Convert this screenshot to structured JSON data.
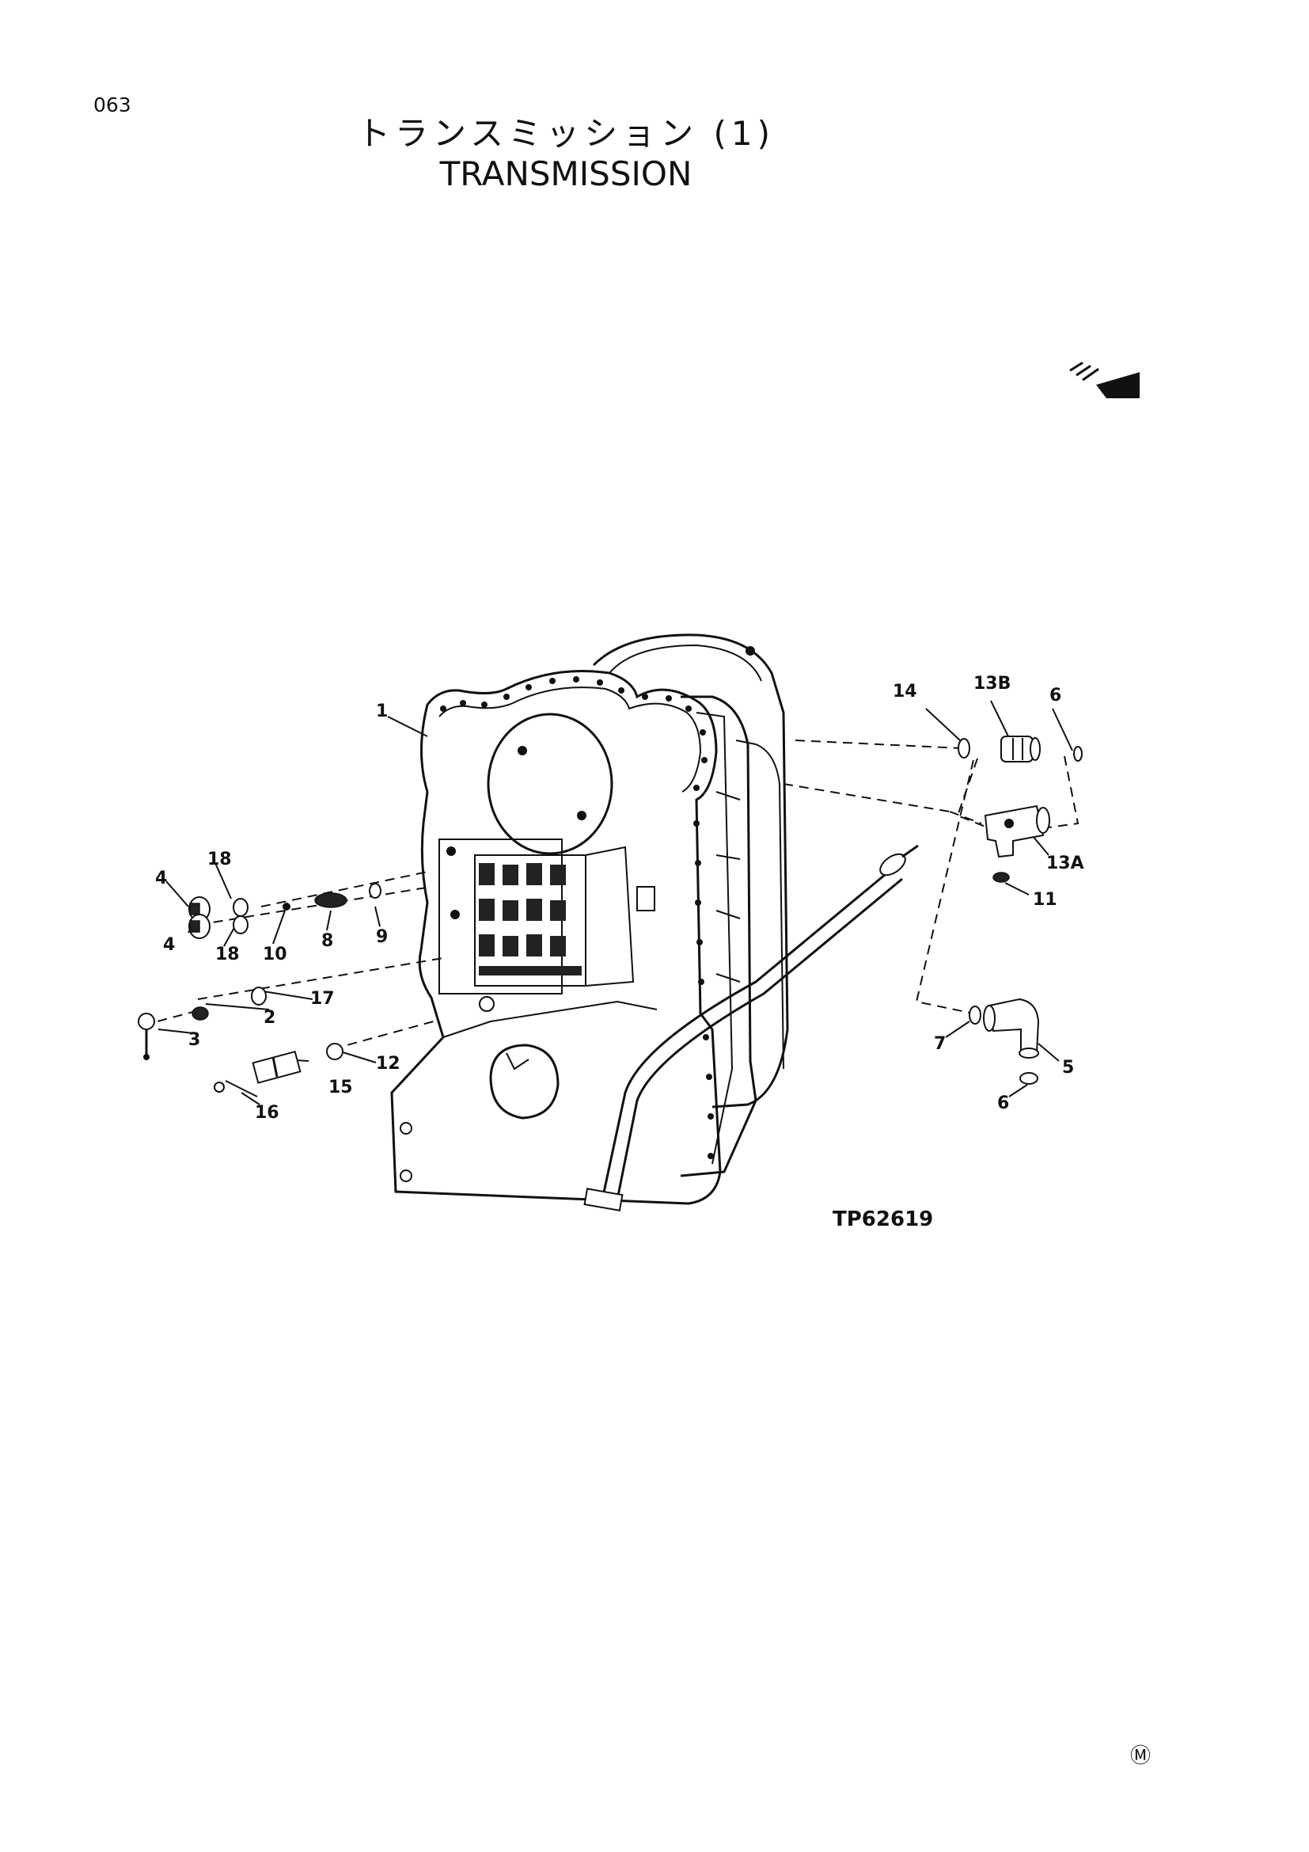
{
  "page_number": "063",
  "title_jp": "トランスミッション (1)",
  "title_en": "TRANSMISSION",
  "figure_id": "TP62619",
  "trademark": "Ⓜ",
  "callouts": {
    "c1": "1",
    "c2": "2",
    "c3": "3",
    "c4a": "4",
    "c4b": "4",
    "c5": "5",
    "c6a": "6",
    "c6b": "6",
    "c7": "7",
    "c8": "8",
    "c9": "9",
    "c10": "10",
    "c11": "11",
    "c12": "12",
    "c13a": "13A",
    "c13b": "13B",
    "c14": "14",
    "c15": "15",
    "c16": "16",
    "c17": "17",
    "c18a": "18",
    "c18b": "18"
  }
}
